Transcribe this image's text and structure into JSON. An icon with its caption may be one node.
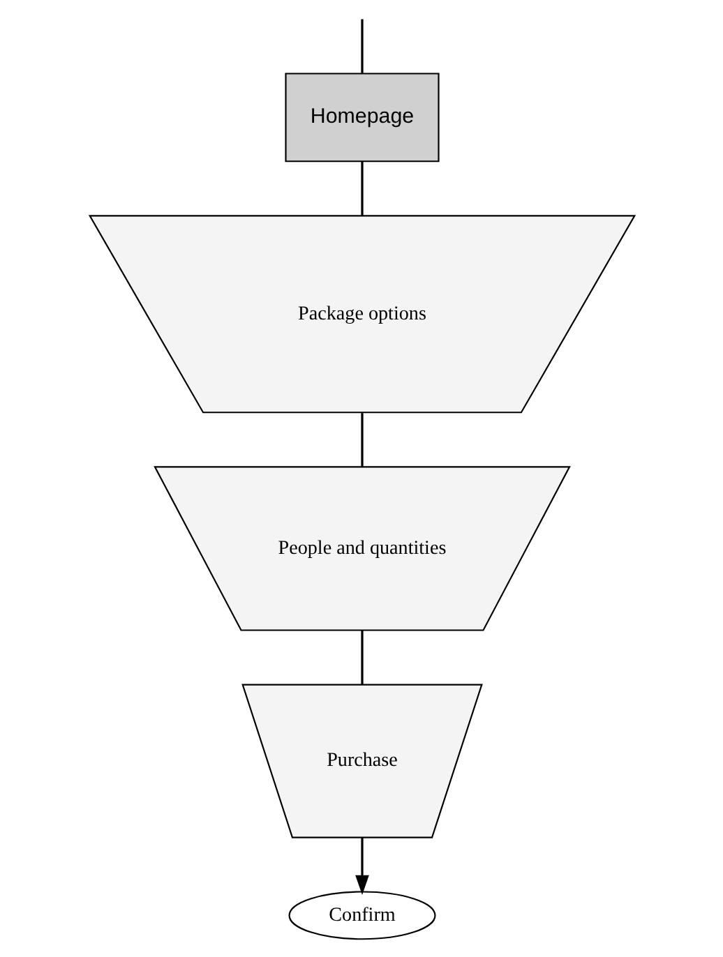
{
  "diagram": {
    "nodes": [
      {
        "text": [
          "Homepage"
        ]
      },
      {
        "text": [
          "Package options"
        ]
      },
      {
        "text": [
          "People and quantities"
        ]
      },
      {
        "text": [
          "Purchase"
        ]
      },
      {
        "text": [
          "Confirm"
        ]
      }
    ],
    "edges": [
      {
        "from": null,
        "to": 0,
        "arrow": "none"
      },
      {
        "from": 0,
        "to": 1,
        "arrow": "none"
      },
      {
        "from": 1,
        "to": 2,
        "arrow": "none"
      },
      {
        "from": 2,
        "to": 3,
        "arrow": "none"
      },
      {
        "from": 3,
        "to": 4,
        "arrow": "to"
      }
    ]
  }
}
